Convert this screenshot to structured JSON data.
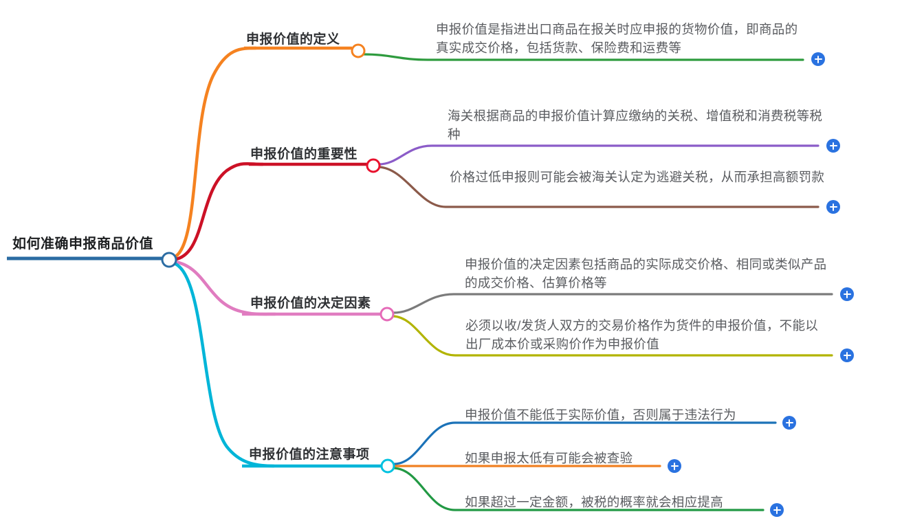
{
  "mindmap": {
    "root": {
      "label": "如何准确申报商品价值",
      "color": "#2b6ca3"
    },
    "branches": [
      {
        "label": "申报价值的定义",
        "color": "#F58220",
        "node_color": "#F58220",
        "leaves": [
          {
            "text": "申报价值是指进出口商品在报关时应申报的货物价值，即商品的真实成交价格，包括货款、保险费和运费等",
            "color": "#2e9b3e",
            "expand_label": "+"
          }
        ]
      },
      {
        "label": "申报价值的重要性",
        "color": "#CC1126",
        "node_color": "#E8112D",
        "leaves": [
          {
            "text": "海关根据商品的申报价值计算应缴纳的关税、增值税和消费税等税种",
            "color": "#8B5CC8",
            "expand_label": "+"
          },
          {
            "text": "价格过低申报则可能会被海关认定为逃避关税，从而承担高额罚款",
            "color": "#8B5A4A",
            "expand_label": "+"
          }
        ]
      },
      {
        "label": "申报价值的决定因素",
        "color": "#E07CC0",
        "node_color": "#E56BB8",
        "leaves": [
          {
            "text": "申报价值的决定因素包括商品的实际成交价格、相同或类似产品的成交价格、估算价格等",
            "color": "#7b7b7b",
            "expand_label": "+"
          },
          {
            "text": "必须以收/发货人双方的交易价格作为货件的申报价值，不能以出厂成本价或采购价作为申报价值",
            "color": "#b2b400",
            "expand_label": "+"
          }
        ]
      },
      {
        "label": "申报价值的注意事项",
        "color": "#00B5D8",
        "node_color": "#00C2E0",
        "leaves": [
          {
            "text": "申报价值不能低于实际价值，否则属于违法行为",
            "color": "#1b72b8",
            "expand_label": "+"
          },
          {
            "text": "如果申报太低有可能会被查验",
            "color": "#F08022",
            "expand_label": "+"
          },
          {
            "text": "如果超过一定金额，被税的概率就会相应提高",
            "color": "#229944",
            "expand_label": "+"
          }
        ]
      }
    ]
  }
}
